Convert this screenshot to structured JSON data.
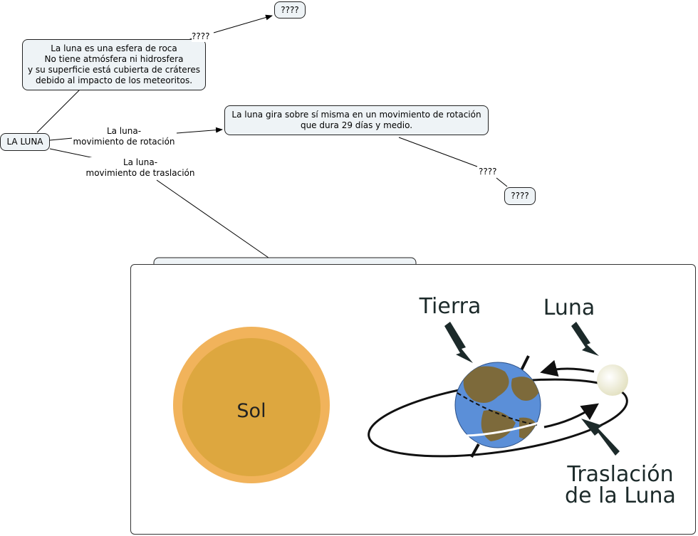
{
  "root": {
    "label": "LA LUNA"
  },
  "nodes": {
    "q_top": "????",
    "desc": [
      "La luna es una esfera de roca",
      "No tiene atmósfera ni hidrosfera",
      "y su superficie está cubierta de cráteres",
      "debido al impacto de los meteoritos."
    ],
    "rotation": [
      "La luna gira sobre sí misma en un movimiento de rotación",
      "que dura 29 días y medio."
    ],
    "q_right": "????"
  },
  "links": {
    "desc_to_q": "????",
    "rotation": [
      "La luna-",
      "movimiento de rotación"
    ],
    "translation": [
      "La luna-",
      "movimiento de traslación"
    ],
    "rotation_to_q": "????"
  },
  "image": {
    "sun_label": "Sol",
    "earth_label": "Tierra",
    "moon_label": "Luna",
    "translation_label": [
      "Traslación",
      "de la Luna"
    ],
    "colors": {
      "sun_outer": "#f1b35b",
      "sun_inner": "#dda73f",
      "earth_ocean": "#5b8fd8",
      "earth_land": "#7d6a3b",
      "moon": "#efefd6",
      "arrow": "#1c2a2a"
    }
  }
}
